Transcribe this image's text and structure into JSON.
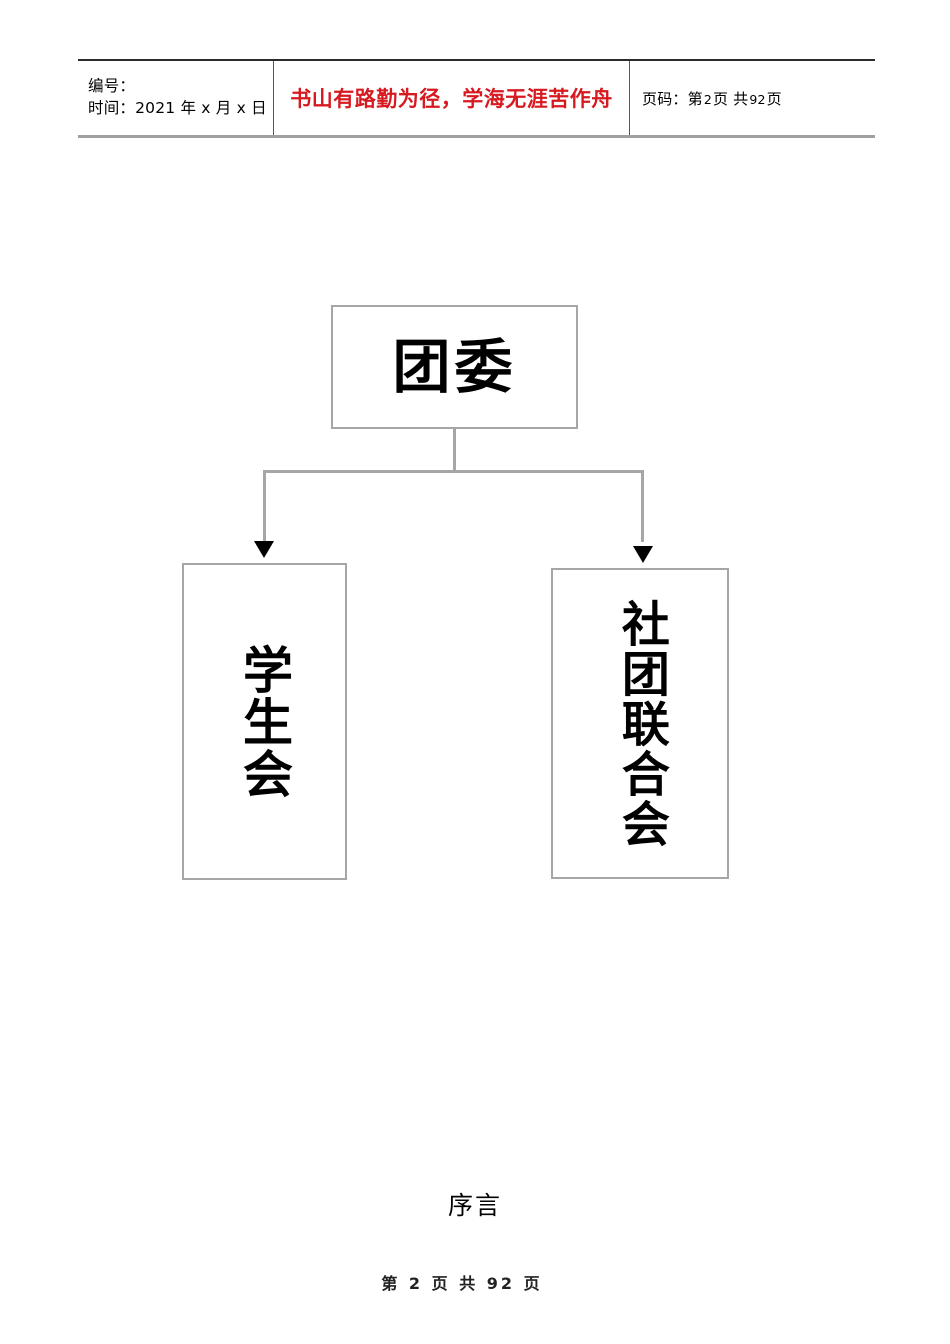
{
  "header": {
    "left_cell": {
      "line1": "编号：",
      "line2_label": "时间：",
      "line2_value": "2021 年 x 月 x 日"
    },
    "motto": "书山有路勤为径，学海无涯苦作舟",
    "motto_color": "#d71920",
    "page_cell": {
      "label": "页码：",
      "current_prefix": "第",
      "current_page": "2",
      "page_unit": "页",
      "total_prefix": "共",
      "total_pages": "92",
      "total_unit": "页"
    }
  },
  "org_chart": {
    "type": "diagram",
    "orientation": "top-down",
    "edge_color": "#a6a6a6",
    "arrow_color": "#000000",
    "box_border_color": "#a6a6a6",
    "nodes": [
      {
        "id": "root",
        "label": "团委",
        "text_direction": "horizontal"
      },
      {
        "id": "left",
        "label": "学生会",
        "text_direction": "vertical"
      },
      {
        "id": "right",
        "label": "社团联合会",
        "text_direction": "vertical"
      }
    ],
    "edges": [
      {
        "from": "root",
        "to": "left"
      },
      {
        "from": "root",
        "to": "right"
      }
    ]
  },
  "content": {
    "section_title": "序言"
  },
  "footer": {
    "text": "第 2 页 共 92 页"
  }
}
